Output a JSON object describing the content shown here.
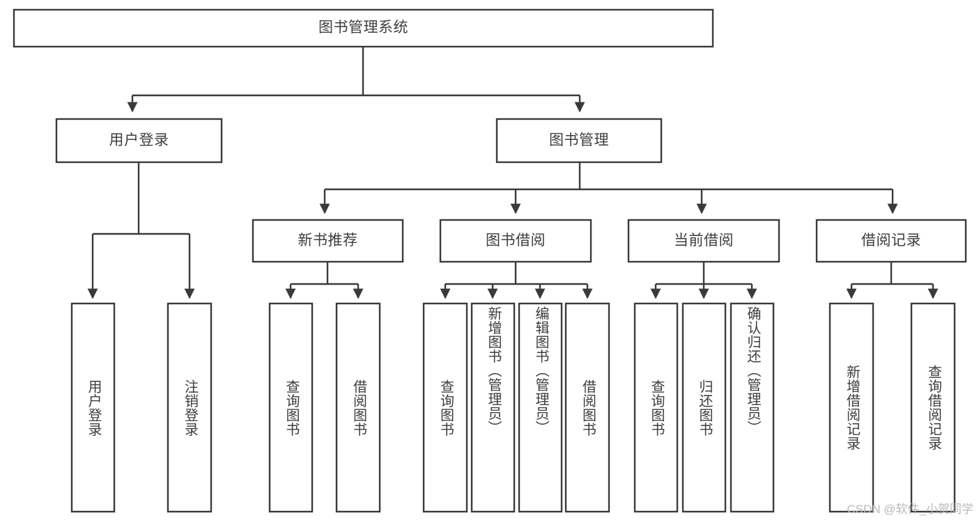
{
  "diagram": {
    "type": "hierarchy-tree",
    "title": "图书管理系统",
    "watermark": "CSDN @软件_小贺同学",
    "colors": {
      "box_stroke": "#3a3a3a",
      "box_fill": "#ffffff",
      "text": "#3d3d3d",
      "connector": "#3a3a3a",
      "watermark": "#b9b9b9",
      "background": "#ffffff"
    },
    "levels": {
      "root": {
        "label": "图书管理系统"
      },
      "level2": [
        {
          "label": "用户登录"
        },
        {
          "label": "图书管理"
        }
      ],
      "level3": [
        {
          "label": "新书推荐"
        },
        {
          "label": "图书借阅"
        },
        {
          "label": "当前借阅"
        },
        {
          "label": "借阅记录"
        }
      ],
      "leaves": {
        "user_login": [
          {
            "label": "用户登录"
          },
          {
            "label": "注销登录"
          }
        ],
        "new_book_recommend": [
          {
            "label": "查询图书"
          },
          {
            "label": "借阅图书"
          }
        ],
        "book_borrow": [
          {
            "label": "查询图书"
          },
          {
            "label": "新增图书（管理员）"
          },
          {
            "label": "编辑图书（管理员）"
          },
          {
            "label": "借阅图书"
          }
        ],
        "current_borrow": [
          {
            "label": "查询图书"
          },
          {
            "label": "归还图书"
          },
          {
            "label": "确认归还（管理员）"
          }
        ],
        "borrow_record": [
          {
            "label": "新增借阅记录"
          },
          {
            "label": "查询借阅记录"
          }
        ]
      }
    }
  }
}
